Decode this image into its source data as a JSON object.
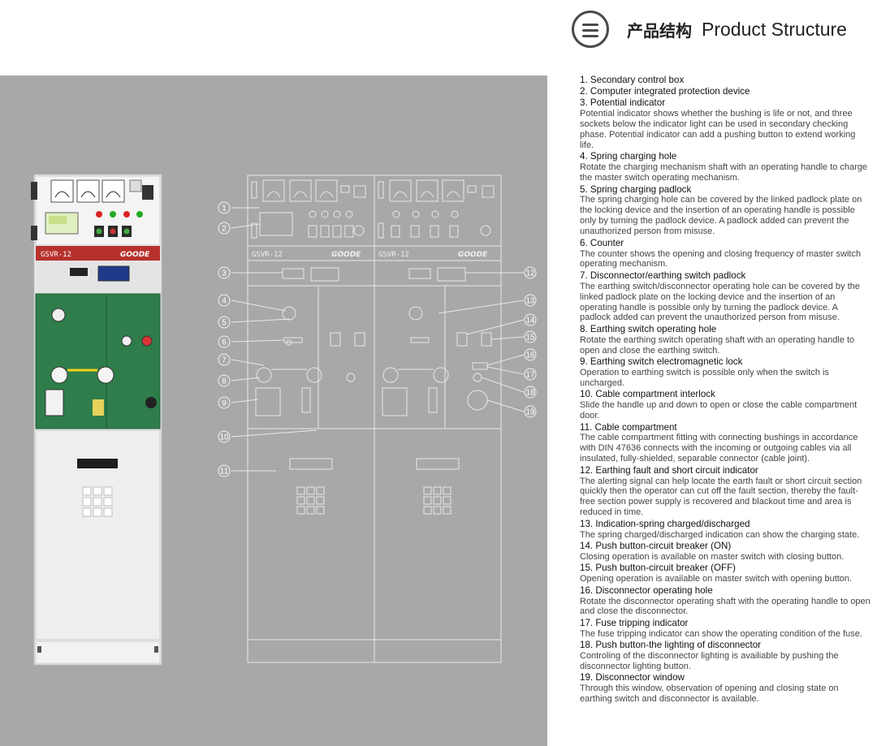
{
  "header": {
    "title_cn": "产品结构",
    "title_en": "Product Structure",
    "icon": "menu-icon"
  },
  "cabinet": {
    "model_label": "GSVR-12",
    "brand_label": "GOODE"
  },
  "diagram": {
    "model_label_left": "GSVR-12",
    "model_label_right": "GSVR-12",
    "brand_left": "GOODE",
    "brand_right": "GOODE",
    "callouts_left": [
      "1",
      "2",
      "3",
      "4",
      "5",
      "6",
      "7",
      "8",
      "9",
      "10",
      "11"
    ],
    "callouts_right": [
      "12",
      "13",
      "14",
      "15",
      "16",
      "17",
      "18",
      "19"
    ]
  },
  "structure": [
    {
      "title": "1. Secondary control box",
      "desc": ""
    },
    {
      "title": "2. Computer integrated protection device",
      "desc": ""
    },
    {
      "title": "3. Potential indicator",
      "desc": "Potential indicator shows whether the bushing is life or not, and three sockets below the indicator light can be used in secondary checking phase. Potential indicator can add a pushing button to extend working life."
    },
    {
      "title": "4. Spring charging hole",
      "desc": "Rotate the charging mechanism shaft with an operating handle to charge the master switch operating mechanism."
    },
    {
      "title": "5. Spring charging padlock",
      "desc": "The spring charging hole can be covered by the linked padlock plate on the locking device and the insertion of an operating handle is possible only by turning the padlock device. A padlock added can prevent the unauthorized person from misuse."
    },
    {
      "title": "6. Counter",
      "desc": "The counter shows the opening and closing frequency of master switch operating mechanism."
    },
    {
      "title": "7. Disconnector/earthing switch padlock",
      "desc": "The earthing switch/disconnector operating hole can be covered by the linked padlock plate on the locking device and the insertion of an operating handle is possible only by turning the padlock device. A padlock added can prevent the unauthorized person from misuse."
    },
    {
      "title": "8. Earthing switch operating hole",
      "desc": "Rotate the earthing switch operating shaft with an operating handle to open and close the earthing switch."
    },
    {
      "title": "9. Earthing switch electromagnetic lock",
      "desc": "Operation to earthing switch is possible only when the switch is uncharged."
    },
    {
      "title": "10. Cable compartment interlock",
      "desc": "Slide the handle up and down to open or close the cable compartment door."
    },
    {
      "title": "11. Cable compartment",
      "desc": "The cable compartment fitting with connecting bushings in accordance with DIN 47636 connects with the incoming or outgoing cables via all insulated, fully-shielded, separable connector (cable joint)."
    },
    {
      "title": "12. Earthing fault and short circuit indicator",
      "desc": "The alerting signal can help locate the earth fault or short circuit section quickly then the operator can cut off  the fault section, thereby the fault-free section power supply is recovered and blackout time and area is reduced in time."
    },
    {
      "title": "13. Indication-spring charged/discharged",
      "desc": "The spring charged/discharged indication can show the charging state."
    },
    {
      "title": "14. Push button-circuit breaker (ON)",
      "desc": "Closing operation is available on master switch with closing button."
    },
    {
      "title": "15. Push button-circuit breaker (OFF)",
      "desc": "Opening operation is available on master switch with opening button."
    },
    {
      "title": "16. Disconnector operating hole",
      "desc": "Rotate the disconnector operating shaft with the operating handle to open and close the disconnector."
    },
    {
      "title": "17. Fuse tripping indicator",
      "desc": "The fuse tripping indicator can show the operating condition of the fuse."
    },
    {
      "title": "18. Push button-the lighting of disconnector",
      "desc": "Controling of the disconnector lighting is availiable by pushing the disconnector lighting button."
    },
    {
      "title": "19. Disconnector window",
      "desc": "Through this window, observation of opening and closing state on earthing switch and disconnector is available."
    }
  ],
  "colors": {
    "panel_gray": "#a8a8a8",
    "cabinet_green": "#2e7d4a",
    "cabinet_red_band": "#b7312c",
    "line_white": "#e8e8e8"
  }
}
